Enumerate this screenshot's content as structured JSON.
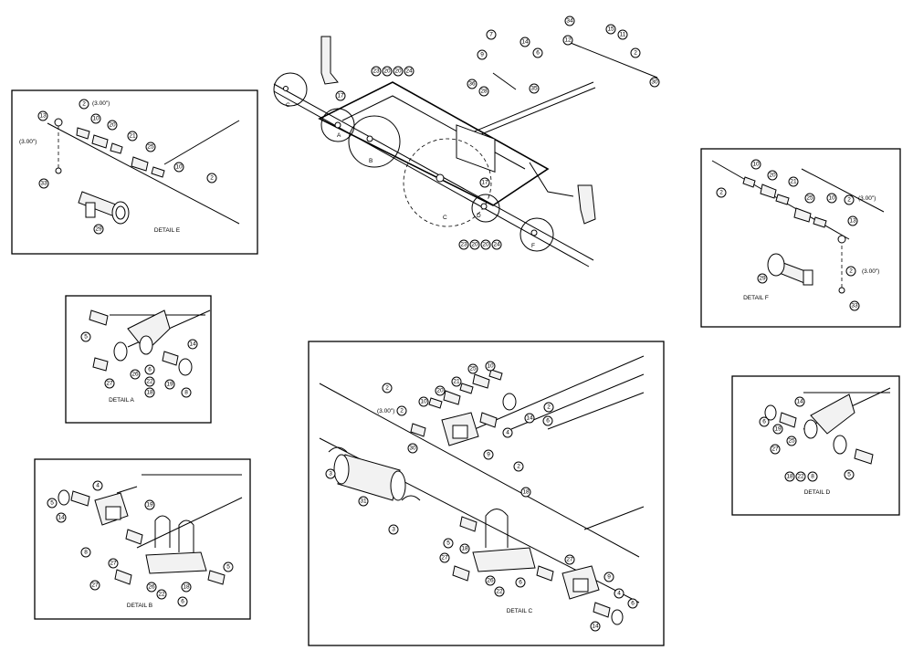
{
  "main_view": {
    "balloons": [
      "34",
      "15",
      "11",
      "12",
      "2",
      "30",
      "7",
      "14",
      "6",
      "9",
      "36",
      "28",
      "35",
      "23",
      "20",
      "20",
      "24",
      "17",
      "17",
      "23",
      "20",
      "20",
      "24"
    ],
    "letters": [
      "C",
      "A",
      "B",
      "C",
      "D",
      "F"
    ]
  },
  "detail_e": {
    "caption": "DETAIL E",
    "balloons": [
      "13",
      "2",
      "10",
      "20",
      "21",
      "25",
      "10",
      "2",
      "33",
      "29"
    ],
    "notes": [
      "(3.00\")",
      "(3.00\")"
    ]
  },
  "detail_a": {
    "caption": "DETAIL A",
    "balloons": [
      "5",
      "14",
      "6",
      "27",
      "26",
      "22",
      "18",
      "19",
      "8"
    ]
  },
  "detail_b": {
    "caption": "DETAIL B",
    "balloons": [
      "5",
      "4",
      "14",
      "19",
      "8",
      "27",
      "27",
      "26",
      "22",
      "18",
      "5",
      "6"
    ]
  },
  "detail_c": {
    "caption": "DETAIL C",
    "balloons": [
      "2",
      "2",
      "10",
      "20",
      "21",
      "25",
      "10",
      "2",
      "4",
      "14",
      "6",
      "30",
      "9",
      "3",
      "31",
      "3",
      "2",
      "18",
      "5",
      "27",
      "18",
      "27",
      "9",
      "26",
      "22",
      "6",
      "4",
      "6",
      "14"
    ],
    "notes": [
      "(3.00\")"
    ]
  },
  "detail_f": {
    "caption": "DETAIL F",
    "balloons": [
      "10",
      "2",
      "20",
      "21",
      "25",
      "10",
      "2",
      "13",
      "29",
      "2",
      "33"
    ],
    "notes": [
      "(3.00\")",
      "(3.00\")"
    ]
  },
  "detail_d": {
    "caption": "DETAIL D",
    "balloons": [
      "14",
      "6",
      "19",
      "25",
      "27",
      "18",
      "22",
      "8",
      "5"
    ]
  }
}
